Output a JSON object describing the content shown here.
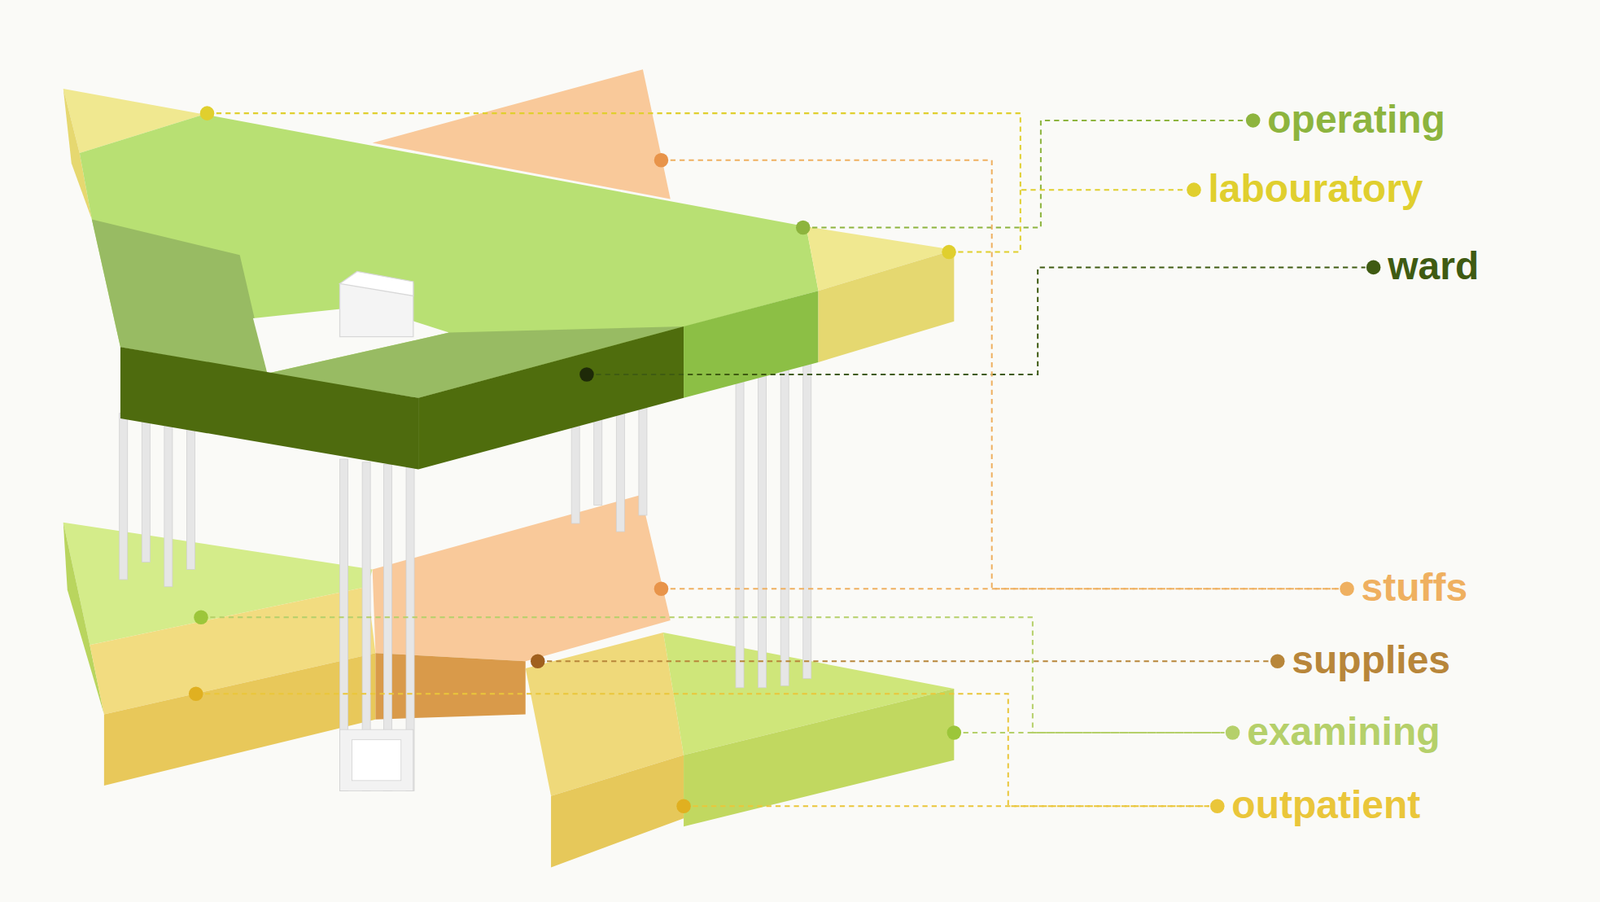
{
  "diagram": {
    "labels": [
      "operating",
      "labouratory",
      "ward",
      "stuffs",
      "supplies",
      "examining",
      "outpatient"
    ]
  }
}
